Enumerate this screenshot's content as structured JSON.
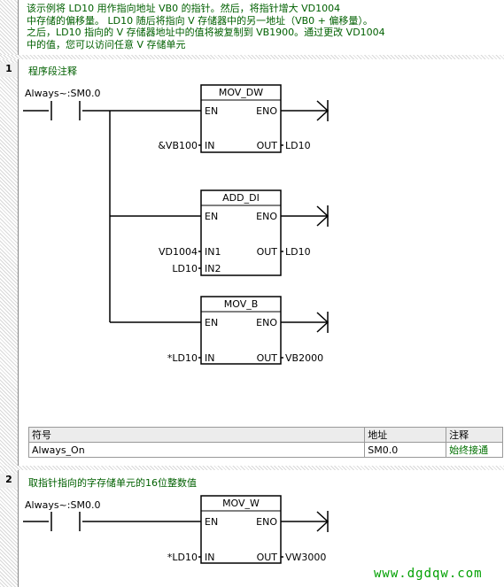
{
  "header_comment": "该示例将 LD10 用作指向地址 VB0 的指针。然后，将指针增大 VD1004\n中存储的偏移量。 LD10 随后将指向 V 存储器中的另一地址（VB0 + 偏移量）。\n之后，LD10 指向的 V 存储器地址中的值将被复制到 VB1900。通过更改 VD1004\n中的值，您可以访问任意 V 存储单元",
  "networks": [
    {
      "number": "1",
      "comment": "程序段注释",
      "contact_label": "Always~:SM0.0",
      "blocks": [
        {
          "name": "MOV_DW",
          "en": "EN",
          "eno": "ENO",
          "in1": "IN",
          "in1_value": "&VB100",
          "out": "OUT",
          "out_value": "LD10"
        },
        {
          "name": "ADD_DI",
          "en": "EN",
          "eno": "ENO",
          "in1": "IN1",
          "in1_value": "VD1004",
          "in2": "IN2",
          "in2_value": "LD10",
          "out": "OUT",
          "out_value": "LD10"
        },
        {
          "name": "MOV_B",
          "en": "EN",
          "eno": "ENO",
          "in1": "IN",
          "in1_value": "*LD10",
          "out": "OUT",
          "out_value": "VB2000"
        }
      ]
    },
    {
      "number": "2",
      "comment": "取指针指向的字存储单元的16位整数值",
      "contact_label": "Always~:SM0.0",
      "blocks": [
        {
          "name": "MOV_W",
          "en": "EN",
          "eno": "ENO",
          "in1": "IN",
          "in1_value": "*LD10",
          "out": "OUT",
          "out_value": "VW3000"
        }
      ]
    }
  ],
  "symbol_table": {
    "headers": [
      "符号",
      "地址",
      "注释"
    ],
    "rows": [
      [
        "Always_On",
        "SM0.0",
        "始终接通"
      ]
    ]
  },
  "watermark": "www.dgdqw.com",
  "colors": {
    "comment": "#006000",
    "wire": "#000000"
  }
}
